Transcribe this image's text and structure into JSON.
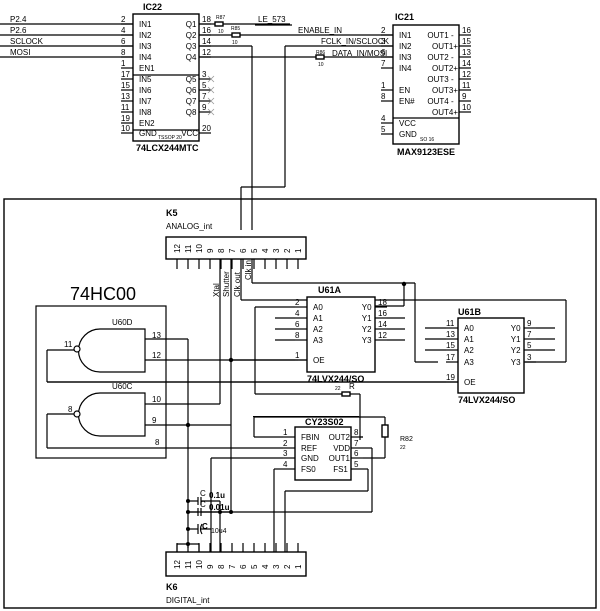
{
  "nets": {
    "p24": "P2.4",
    "p26": "P2.6",
    "sclock": "SCLOCK",
    "mosi": "MOSI",
    "le573": "LE_573",
    "enable_in": "ENABLE_IN",
    "fclk": "FCLK_IN/SCLOCK",
    "data_in": "DATA_IN/MOSI",
    "xtal": "Xtal",
    "shutter": "Shutter",
    "clk_out": "Clk out",
    "clk_in": "Clk in"
  },
  "ic22": {
    "ref": "IC22",
    "part": "74LCX244MTC",
    "package": "TSSOP 20",
    "left_pins": [
      {
        "num": "2",
        "name": "IN1"
      },
      {
        "num": "4",
        "name": "IN2"
      },
      {
        "num": "6",
        "name": "IN3"
      },
      {
        "num": "8",
        "name": "IN4"
      },
      {
        "num": "1",
        "name": "EN1"
      },
      {
        "num": "17",
        "name": "IN5"
      },
      {
        "num": "15",
        "name": "IN6"
      },
      {
        "num": "13",
        "name": "IN7"
      },
      {
        "num": "11",
        "name": "IN8"
      },
      {
        "num": "19",
        "name": "EN2"
      },
      {
        "num": "10",
        "name": "GND"
      }
    ],
    "right_pins": [
      {
        "num": "18",
        "name": "Q1"
      },
      {
        "num": "16",
        "name": "Q2"
      },
      {
        "num": "14",
        "name": "Q3"
      },
      {
        "num": "12",
        "name": "Q4"
      },
      {
        "num": "3",
        "name": "Q5"
      },
      {
        "num": "5",
        "name": "Q6"
      },
      {
        "num": "7",
        "name": "Q7"
      },
      {
        "num": "9",
        "name": "Q8"
      },
      {
        "num": "20",
        "name": "VCC"
      }
    ]
  },
  "ic21": {
    "ref": "IC21",
    "part": "MAX9123ESE",
    "package": "SO 16",
    "left_pins": [
      {
        "num": "2",
        "name": "IN1"
      },
      {
        "num": "3",
        "name": "IN2"
      },
      {
        "num": "6",
        "name": "IN3"
      },
      {
        "num": "7",
        "name": "IN4"
      },
      {
        "num": "1",
        "name": "EN"
      },
      {
        "num": "8",
        "name": "EN#"
      },
      {
        "num": "4",
        "name": "VCC"
      },
      {
        "num": "5",
        "name": "GND"
      }
    ],
    "right_pins": [
      {
        "num": "16",
        "name": "OUT1 -"
      },
      {
        "num": "15",
        "name": "OUT1+"
      },
      {
        "num": "13",
        "name": "OUT2 -"
      },
      {
        "num": "14",
        "name": "OUT2+"
      },
      {
        "num": "12",
        "name": "OUT3 -"
      },
      {
        "num": "11",
        "name": "OUT3+"
      },
      {
        "num": "9",
        "name": "OUT4 -"
      },
      {
        "num": "10",
        "name": "OUT4+"
      }
    ]
  },
  "resistors": {
    "r87": {
      "ref": "R87",
      "value": "10"
    },
    "r85": {
      "ref": "R85",
      "value": "10"
    },
    "r86": {
      "ref": "R86",
      "value": "10"
    },
    "r82": {
      "ref": "R82",
      "value": "22"
    },
    "r": {
      "ref": "R",
      "value": "22"
    }
  },
  "k5": {
    "ref": "K5",
    "name": "ANALOG_int",
    "pins": [
      "12",
      "11",
      "10",
      "9",
      "8",
      "7",
      "6",
      "5",
      "4",
      "3",
      "2",
      "1"
    ]
  },
  "k6": {
    "ref": "K6",
    "name": "DIGITAL_int",
    "pins": [
      "12",
      "11",
      "10",
      "9",
      "8",
      "7",
      "6",
      "5",
      "4",
      "3",
      "2",
      "1"
    ]
  },
  "nand": {
    "part": "74HC00",
    "u60d": {
      "ref": "U60D",
      "in1": "13",
      "in2": "12",
      "out": "11"
    },
    "u60c": {
      "ref": "U60C",
      "in1": "10",
      "in2": "9",
      "out": "8",
      "extra": "8"
    }
  },
  "u61a": {
    "ref": "U61A",
    "part": "74LVX244/SO",
    "left_pins": [
      {
        "num": "2",
        "name": "A0"
      },
      {
        "num": "4",
        "name": "A1"
      },
      {
        "num": "6",
        "name": "A2"
      },
      {
        "num": "8",
        "name": "A3"
      },
      {
        "num": "1",
        "name": "OE"
      }
    ],
    "right_pins": [
      {
        "num": "18",
        "name": "Y0"
      },
      {
        "num": "16",
        "name": "Y1"
      },
      {
        "num": "14",
        "name": "Y2"
      },
      {
        "num": "12",
        "name": "Y3"
      }
    ]
  },
  "u61b": {
    "ref": "U61B",
    "part": "74LVX244/SO",
    "left_pins": [
      {
        "num": "11",
        "name": "A0"
      },
      {
        "num": "13",
        "name": "A1"
      },
      {
        "num": "15",
        "name": "A2"
      },
      {
        "num": "17",
        "name": "A3"
      },
      {
        "num": "19",
        "name": "OE"
      }
    ],
    "right_pins": [
      {
        "num": "9",
        "name": "Y0"
      },
      {
        "num": "7",
        "name": "Y1"
      },
      {
        "num": "5",
        "name": "Y2"
      },
      {
        "num": "3",
        "name": "Y3"
      }
    ]
  },
  "cy23s02": {
    "ref": "CY23S02",
    "left_pins": [
      {
        "num": "1",
        "name": "FBIN"
      },
      {
        "num": "2",
        "name": "REF"
      },
      {
        "num": "3",
        "name": "GND"
      },
      {
        "num": "4",
        "name": "FS0"
      }
    ],
    "right_pins": [
      {
        "num": "8",
        "name": "OUT2"
      },
      {
        "num": "7",
        "name": "VDD"
      },
      {
        "num": "6",
        "name": "OUT1"
      },
      {
        "num": "5",
        "name": "FS1"
      }
    ]
  },
  "caps": {
    "c1": {
      "ref": "C",
      "value": "0.1u"
    },
    "c2": {
      "ref": "C",
      "value": "0.01u"
    },
    "c3": {
      "ref": "C",
      "value": "10u4"
    }
  }
}
